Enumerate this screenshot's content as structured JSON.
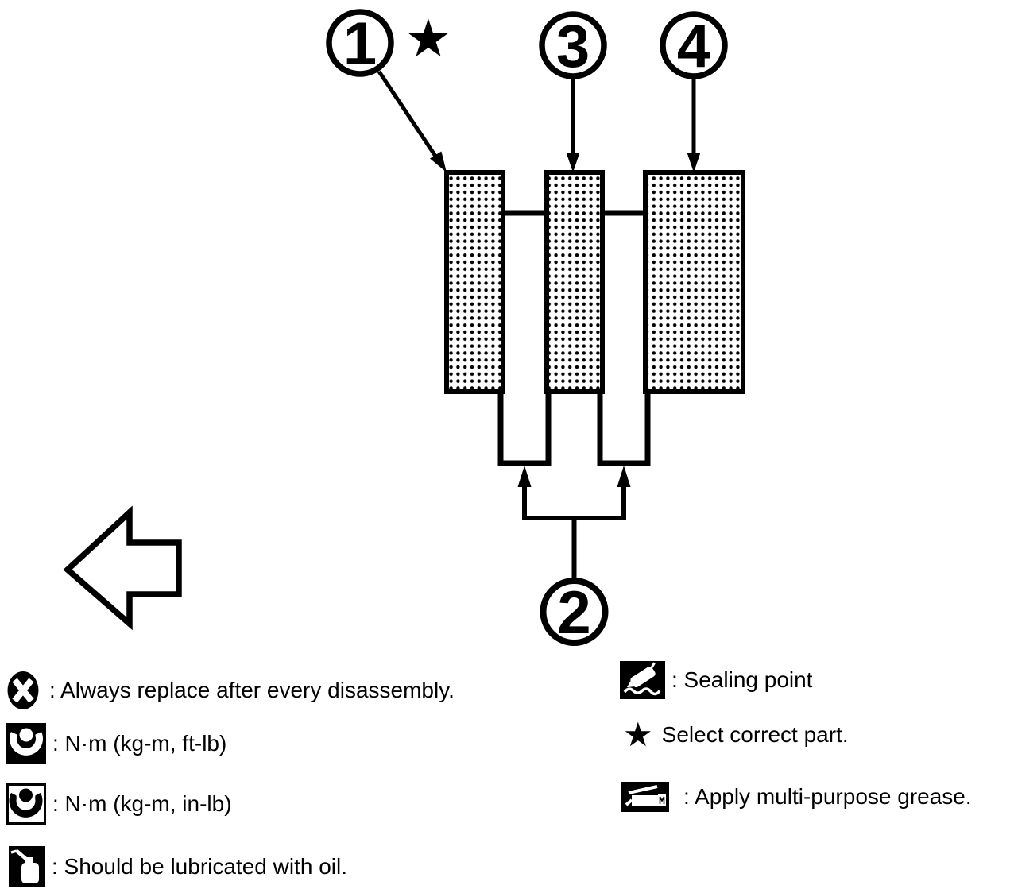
{
  "colors": {
    "ink": "#000000",
    "paper": "#ffffff"
  },
  "diagram": {
    "callouts": {
      "c1": {
        "label": "1",
        "star": "★"
      },
      "c2": {
        "label": "2"
      },
      "c3": {
        "label": "3"
      },
      "c4": {
        "label": "4"
      }
    }
  },
  "legend": {
    "left": [
      {
        "icon": "always-replace-icon",
        "text": ": Always replace after every disassembly."
      },
      {
        "icon": "torque-wrench-ft-lb-icon",
        "text": ": N·m (kg-m, ft-lb)"
      },
      {
        "icon": "torque-wrench-in-lb-icon",
        "text": ": N·m (kg-m, in-lb)"
      },
      {
        "icon": "oil-can-icon",
        "text": ": Should be lubricated with oil."
      }
    ],
    "right": [
      {
        "icon": "sealing-point-icon",
        "text": ": Sealing point"
      },
      {
        "icon": "select-part-star-icon",
        "star": "★",
        "text": "Select correct part."
      },
      {
        "icon": "grease-gun-icon",
        "text": ": Apply multi-purpose grease."
      }
    ]
  }
}
